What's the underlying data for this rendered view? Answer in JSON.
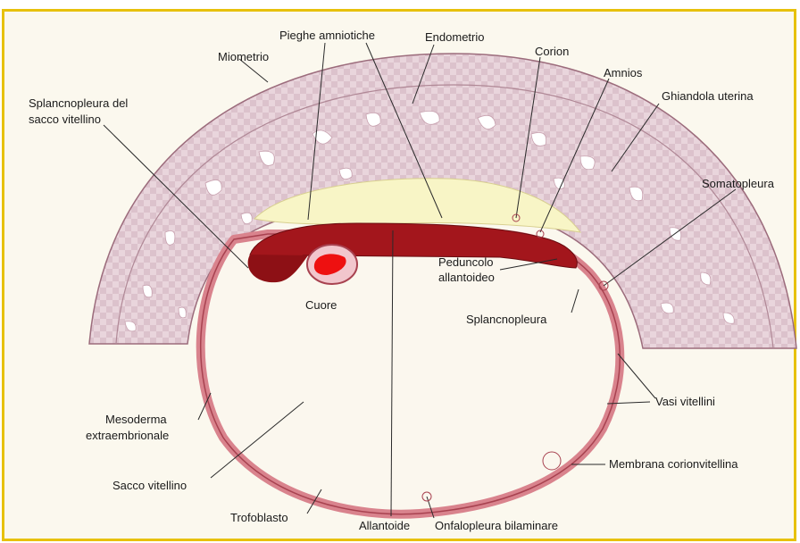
{
  "labels": {
    "miometrio": "Miometrio",
    "pieghe_amniotiche": "Pieghe amniotiche",
    "endometrio": "Endometrio",
    "corion": "Corion",
    "amnios": "Amnios",
    "ghiandola_uterina": "Ghiandola uterina",
    "somatopleura": "Somatopleura",
    "splancnopleura_sacco_1": "Splancnopleura del",
    "splancnopleura_sacco_2": "sacco vitellino",
    "peduncolo_1": "Peduncolo",
    "peduncolo_2": "allantoideo",
    "cuore": "Cuore",
    "splancnopleura": "Splancnopleura",
    "vasi_vitellini": "Vasi vitellini",
    "mesoderma_1": "Mesoderma",
    "mesoderma_2": "extraembrionale",
    "membrana_corionvitellina": "Membrana corionvitellina",
    "sacco_vitellino": "Sacco vitellino",
    "trofoblasto": "Trofoblasto",
    "allantoide": "Allantoide",
    "onfalopleura_bilaminare": "Onfalopleura bilaminare"
  },
  "colors": {
    "frame_border": "#e7c10c",
    "uterine_wall": "#ead7dd",
    "uterine_edge": "#9c6c7c",
    "amniotic_cavity": "#f8f5c6",
    "membrane": "#d9838d",
    "embryo": "#a3161c",
    "heart": "#ee1010",
    "yolk_sac": "#fbf7ee"
  }
}
